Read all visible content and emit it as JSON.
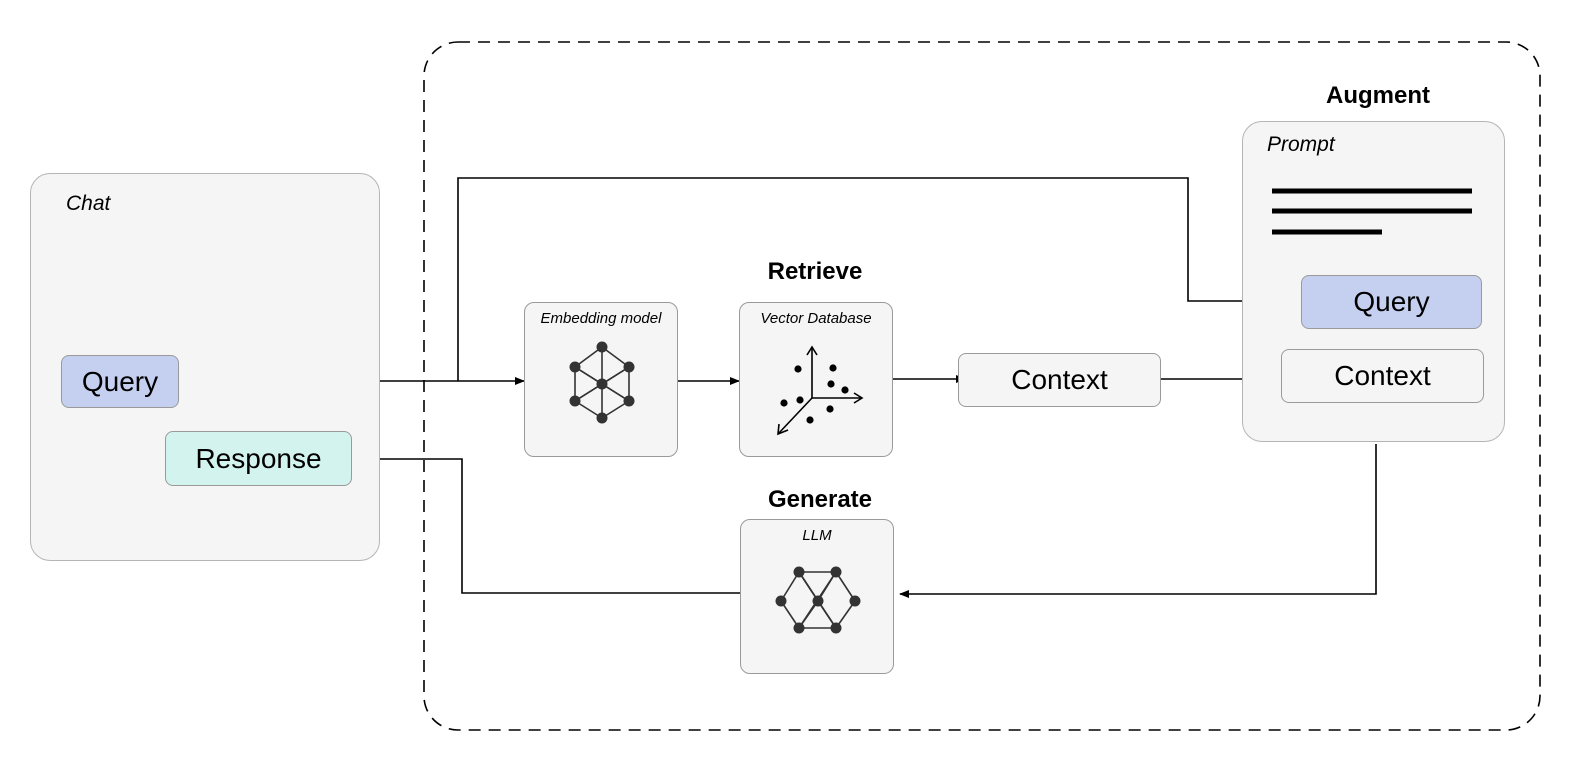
{
  "colors": {
    "panel_fill": "#f5f5f5",
    "query_fill": "#c5d0f1",
    "response_fill": "#d3f3ee",
    "context_fill": "#f5f5f5",
    "line": "#000000"
  },
  "chat": {
    "label": "Chat",
    "query": "Query",
    "response": "Response"
  },
  "retrieve": {
    "heading": "Retrieve",
    "embedding_model": "Embedding model",
    "vector_database": "Vector Database",
    "context": "Context"
  },
  "augment": {
    "heading": "Augment",
    "prompt_label": "Prompt",
    "query": "Query",
    "context": "Context"
  },
  "generate": {
    "heading": "Generate",
    "llm": "LLM"
  },
  "icons": {
    "embedding": "neural-network-icon",
    "vector": "vector-scatter-icon",
    "llm": "neural-network-icon",
    "prompt": "text-lines-icon"
  }
}
